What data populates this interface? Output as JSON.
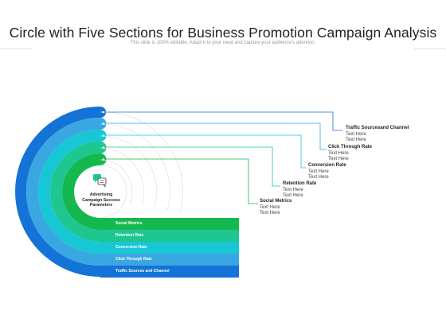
{
  "header": {
    "title": "Circle with Five Sections for Business Promotion Campaign Analysis",
    "subtitle": "This slide is 100% editable. Adapt it to your need and capture your audience's attention."
  },
  "center": {
    "label": "Advertising Campaign Success Parameters",
    "icon": "chat-bubbles-icon"
  },
  "bars": [
    {
      "label": "Social Metrics",
      "color": "#15b84e"
    },
    {
      "label": "Retention Rate",
      "color": "#1ec690"
    },
    {
      "label": "Conversion Rate",
      "color": "#17c7d4"
    },
    {
      "label": "Click Through Rate",
      "color": "#3aa7e3"
    },
    {
      "label": "Traffic Sources and Channel",
      "color": "#1473d6"
    }
  ],
  "callouts": [
    {
      "title": "Traffic Sourcesand Channel",
      "line1": "Text Here",
      "line2": "Text Here"
    },
    {
      "title": "Click Through Rate",
      "line1": "Text Here",
      "line2": "Text Here"
    },
    {
      "title": "Conversion Rate",
      "line1": "Text Here",
      "line2": "Text Here"
    },
    {
      "title": "Retention Rate",
      "line1": "Text Here",
      "line2": "Text Here"
    },
    {
      "title": "Social Metrics",
      "line1": "Text Here",
      "line2": "Text Here"
    }
  ]
}
